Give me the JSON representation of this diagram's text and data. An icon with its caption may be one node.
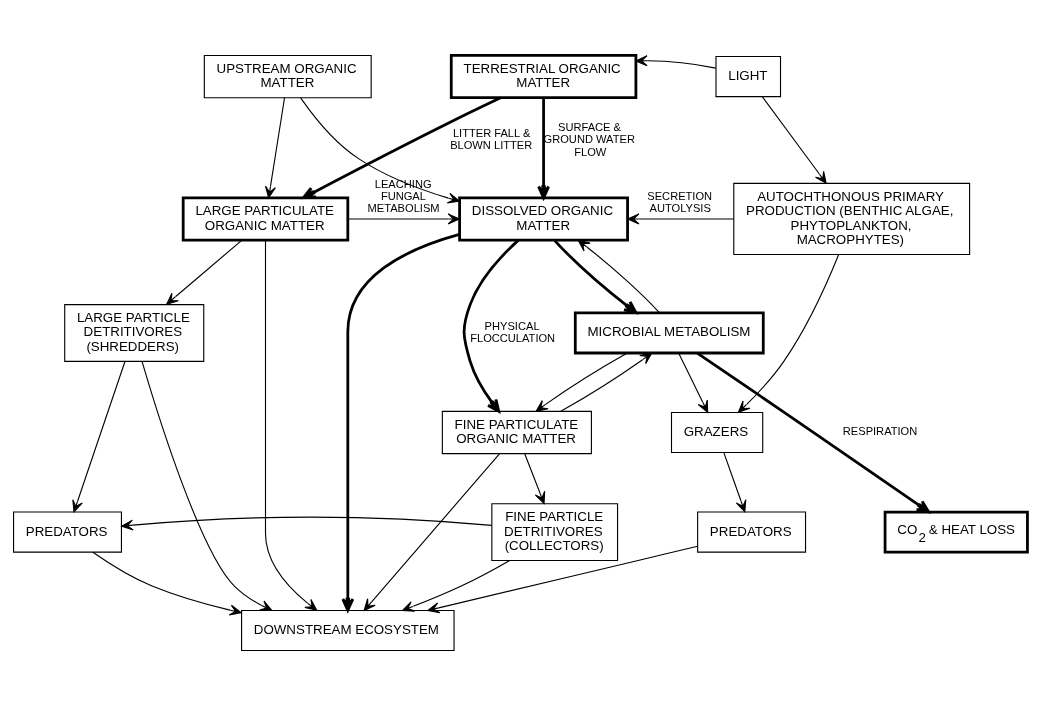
{
  "diagram": {
    "nodes": [
      {
        "text": [
          "UPSTREAM ORGANIC MATTER"
        ]
      },
      {
        "text": [
          "TERRESTRIAL ORGANIC MATTER"
        ]
      },
      {
        "text": [
          "LIGHT"
        ]
      },
      {
        "text": [
          "LARGE PARTICULATE ORGANIC MATTER"
        ]
      },
      {
        "text": [
          "DISSOLVED ORGANIC MATTER"
        ]
      },
      {
        "text": [
          "AUTOCHTHONOUS PRIMARY PRODUCTION (BENTHIC ALGAE, PHYTOPLANKTON, MACROPHYTES)"
        ]
      },
      {
        "text": [
          "LARGE PARTICLE DETRITIVORES (SHREDDERS)"
        ]
      },
      {
        "text": [
          "MICROBIAL METABOLISM"
        ]
      },
      {
        "text": [
          "FINE PARTICULATE ORGANIC MATTER"
        ]
      },
      {
        "text": [
          "GRAZERS"
        ]
      },
      {
        "text": [
          "PREDATORS"
        ]
      },
      {
        "text": [
          "FINE PARTICLE DETRITIVORES (COLLECTORS)"
        ]
      },
      {
        "text": [
          "PREDATORS"
        ]
      },
      {
        "text": [
          "CO$_{2}$ & HEAT LOSS"
        ]
      },
      {
        "text": [
          "DOWNSTREAM ECOSYSTEM"
        ]
      }
    ],
    "edges": [
      {
        "from": 2,
        "to": 1,
        "arrow": "to"
      },
      {
        "from": 2,
        "to": 5,
        "arrow": "to"
      },
      {
        "from": 0,
        "to": 3,
        "arrow": "to"
      },
      {
        "from": 0,
        "to": 4,
        "arrow": "to"
      },
      {
        "from": 1,
        "to": 3,
        "arrow": "to",
        "label": "LITTER FALL & BLOWN LITTER",
        "style": "thick"
      },
      {
        "from": 1,
        "to": 4,
        "arrow": "to",
        "label": "SURFACE & GROUND WATER FLOW",
        "style": "thick"
      },
      {
        "from": 3,
        "to": 4,
        "arrow": "to",
        "label": "LEACHING FUNGAL METABOLISM"
      },
      {
        "from": 5,
        "to": 4,
        "arrow": "to",
        "label": "SECRETION AUTOLYSIS"
      },
      {
        "from": 4,
        "to": 7,
        "arrow": "to",
        "style": "thick"
      },
      {
        "from": 7,
        "to": 4,
        "arrow": "to"
      },
      {
        "from": 3,
        "to": 6,
        "arrow": "to"
      },
      {
        "from": 3,
        "to": 14,
        "arrow": "to"
      },
      {
        "from": 4,
        "to": 8,
        "arrow": "to",
        "label": "PHYSICAL FLOCCULATION",
        "style": "thick"
      },
      {
        "from": 4,
        "to": 14,
        "arrow": "to",
        "style": "thick"
      },
      {
        "from": 6,
        "to": 14,
        "arrow": "to"
      },
      {
        "from": 6,
        "to": 10,
        "arrow": "to"
      },
      {
        "from": 7,
        "to": 8,
        "arrow": "to"
      },
      {
        "from": 8,
        "to": 7,
        "arrow": "to"
      },
      {
        "from": 7,
        "to": 9,
        "arrow": "to"
      },
      {
        "from": 7,
        "to": 13,
        "arrow": "to",
        "label": "RESPIRATION",
        "style": "thick"
      },
      {
        "from": 5,
        "to": 9,
        "arrow": "to"
      },
      {
        "from": 8,
        "to": 11,
        "arrow": "to"
      },
      {
        "from": 8,
        "to": 14,
        "arrow": "to"
      },
      {
        "from": 11,
        "to": 14,
        "arrow": "to"
      },
      {
        "from": 11,
        "to": 10,
        "arrow": "to"
      },
      {
        "from": 10,
        "to": 14,
        "arrow": "to"
      },
      {
        "from": 9,
        "to": 12,
        "arrow": "to"
      },
      {
        "from": 12,
        "to": 14,
        "arrow": "to"
      }
    ]
  }
}
